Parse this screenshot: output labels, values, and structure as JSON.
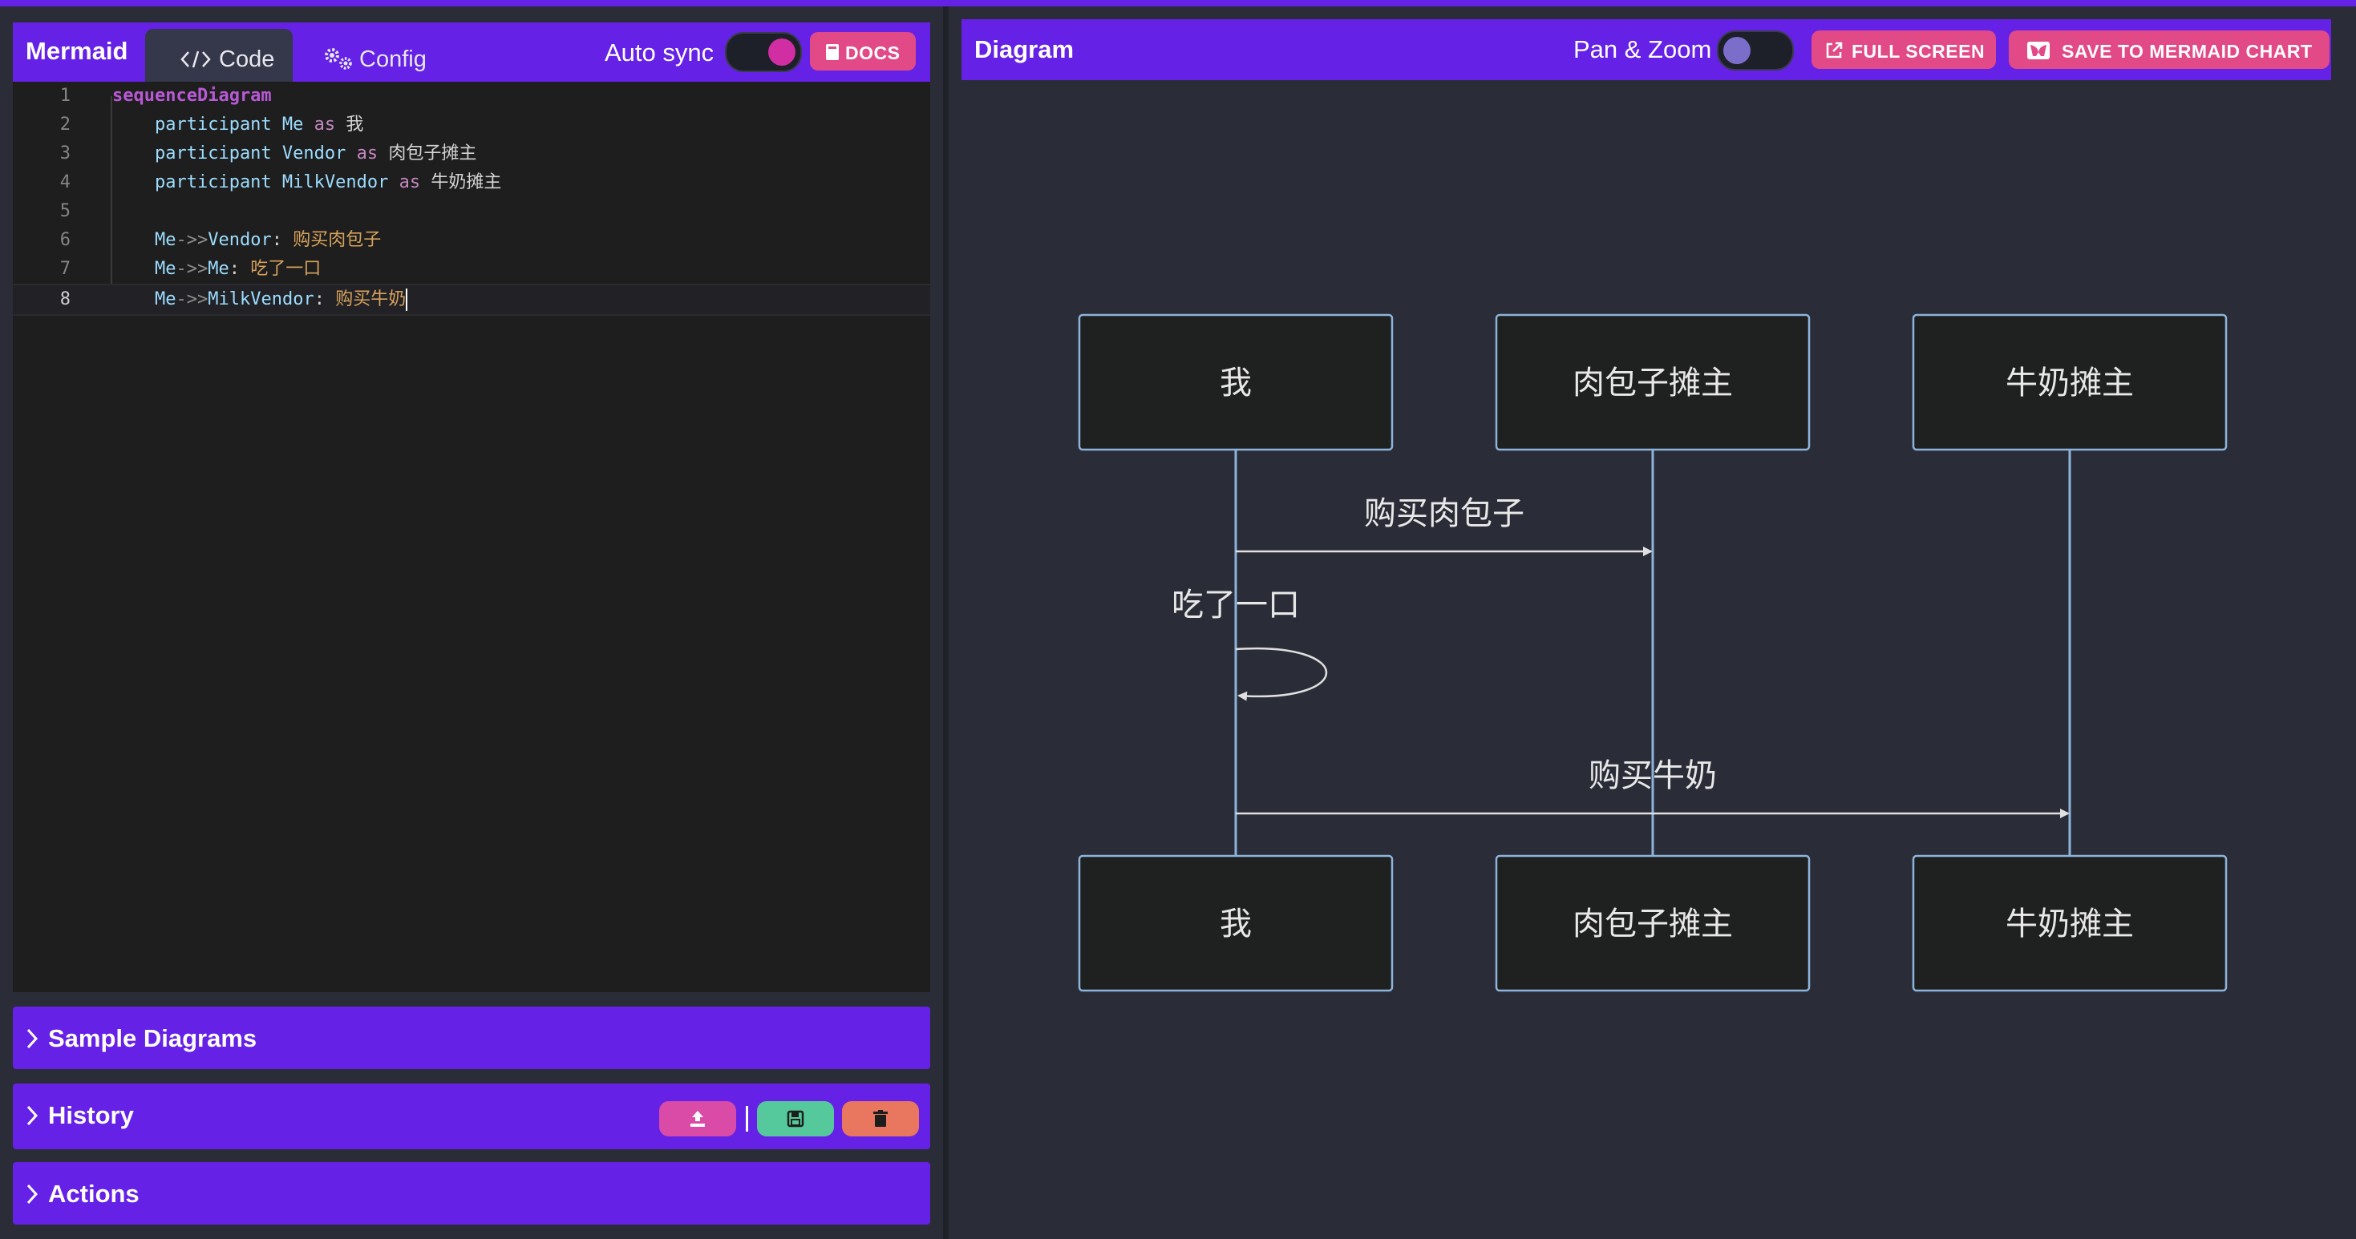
{
  "editor": {
    "brand": "Mermaid",
    "tabs": [
      {
        "label": "Code",
        "icon": "code-icon"
      },
      {
        "label": "Config",
        "icon": "gears-icon"
      }
    ],
    "auto_sync_label": "Auto sync",
    "auto_sync_on": true,
    "docs_label": "DOCS",
    "lines": [
      {
        "n": "1",
        "tokens": [
          {
            "t": "sequenceDiagram",
            "c": "kw2"
          }
        ]
      },
      {
        "n": "2",
        "tokens": [
          {
            "t": "    participant ",
            "c": "id"
          },
          {
            "t": "Me ",
            "c": "id"
          },
          {
            "t": "as ",
            "c": "as"
          },
          {
            "t": "我",
            "c": "white"
          }
        ]
      },
      {
        "n": "3",
        "tokens": [
          {
            "t": "    participant ",
            "c": "id"
          },
          {
            "t": "Vendor ",
            "c": "id"
          },
          {
            "t": "as ",
            "c": "as"
          },
          {
            "t": "肉包子摊主",
            "c": "white"
          }
        ]
      },
      {
        "n": "4",
        "tokens": [
          {
            "t": "    participant ",
            "c": "id"
          },
          {
            "t": "MilkVendor ",
            "c": "id"
          },
          {
            "t": "as ",
            "c": "as"
          },
          {
            "t": "牛奶摊主",
            "c": "white"
          }
        ]
      },
      {
        "n": "5",
        "tokens": []
      },
      {
        "n": "6",
        "tokens": [
          {
            "t": "    Me",
            "c": "id"
          },
          {
            "t": "->>",
            "c": "arrow"
          },
          {
            "t": "Vendor",
            "c": "id"
          },
          {
            "t": ": ",
            "c": "white"
          },
          {
            "t": "购买肉包子",
            "c": "msg"
          }
        ]
      },
      {
        "n": "7",
        "tokens": [
          {
            "t": "    Me",
            "c": "id"
          },
          {
            "t": "->>",
            "c": "arrow"
          },
          {
            "t": "Me",
            "c": "id"
          },
          {
            "t": ": ",
            "c": "white"
          },
          {
            "t": "吃了一口",
            "c": "msg"
          }
        ]
      },
      {
        "n": "8",
        "tokens": [
          {
            "t": "    Me",
            "c": "id"
          },
          {
            "t": "->>",
            "c": "arrow"
          },
          {
            "t": "MilkVendor",
            "c": "id"
          },
          {
            "t": ": ",
            "c": "white"
          },
          {
            "t": "购买牛奶",
            "c": "msg"
          }
        ],
        "active": true
      }
    ]
  },
  "panels": {
    "samples": "Sample Diagrams",
    "history": "History",
    "actions": "Actions"
  },
  "diagram_header": {
    "title": "Diagram",
    "pan_zoom_label": "Pan & Zoom",
    "pan_zoom_on": false,
    "full_screen_label": "FULL SCREEN",
    "save_label": "SAVE TO MERMAID CHART"
  },
  "diagram": {
    "participants": [
      "我",
      "肉包子摊主",
      "牛奶摊主"
    ],
    "messages": [
      {
        "from": 0,
        "to": 1,
        "text": "购买肉包子"
      },
      {
        "from": 0,
        "to": 0,
        "text": "吃了一口"
      },
      {
        "from": 0,
        "to": 2,
        "text": "购买牛奶"
      }
    ]
  },
  "colors": {
    "accent": "#6521e6",
    "pink": "#e14a86",
    "actor_border": "#8db4dc",
    "actor_fill": "#1f2020",
    "lifeline": "#8db4dc",
    "message": "#e0e0e0"
  }
}
